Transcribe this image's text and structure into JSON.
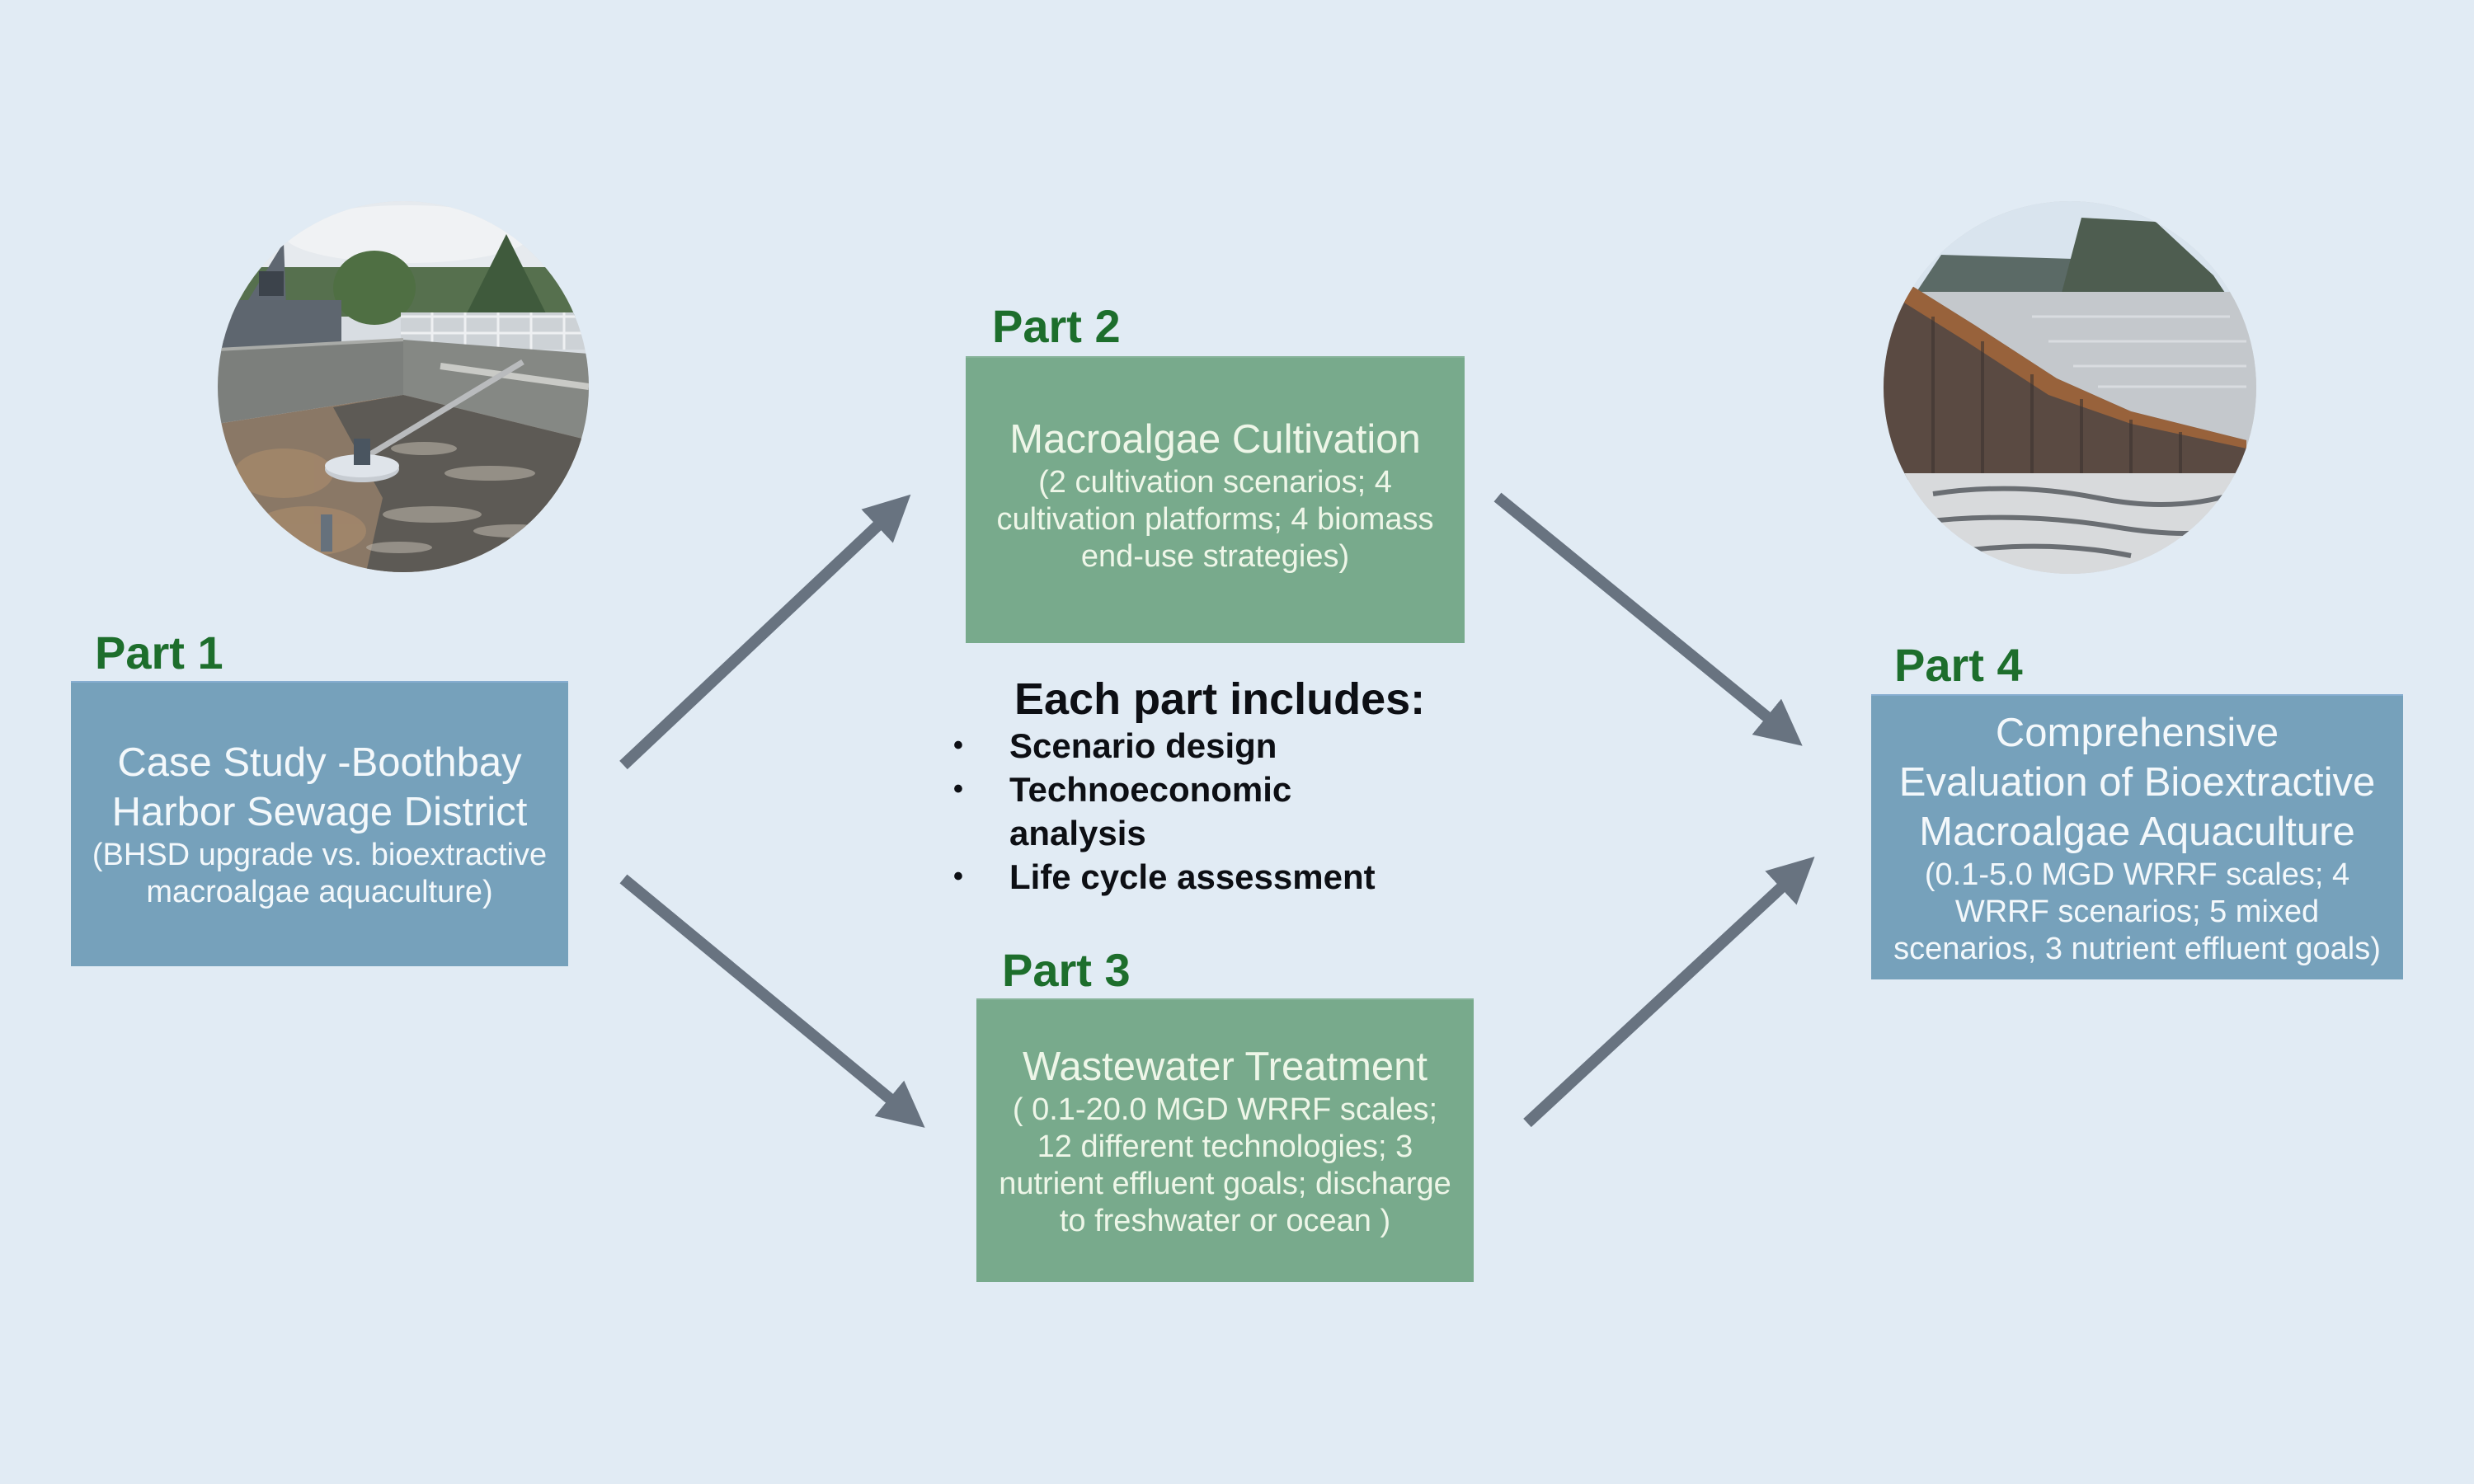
{
  "colors": {
    "background": "#e1ebf4",
    "part_label": "#1d6e2c",
    "blue_box": "#76a1bb",
    "green_box": "#78aa8c",
    "arrow": "#687380",
    "includes_text": "#0d0f14"
  },
  "parts": [
    {
      "label": "Part 1",
      "title_lines": [
        "Case Study -Boothbay",
        "Harbor Sewage District"
      ],
      "sub_lines": [
        "(BHSD upgrade vs. bioextractive",
        "macroalgae aquaculture)"
      ]
    },
    {
      "label": "Part 2",
      "title_lines": [
        "Macroalgae Cultivation"
      ],
      "sub_lines": [
        "(2 cultivation scenarios; 4",
        "cultivation platforms; 4 biomass",
        "end-use strategies)"
      ]
    },
    {
      "label": "Part 3",
      "title_lines": [
        "Wastewater Treatment"
      ],
      "sub_lines": [
        "( 0.1-20.0 MGD WRRF scales;",
        "12 different technologies; 3",
        "nutrient effluent goals; discharge",
        "to freshwater or ocean )"
      ]
    },
    {
      "label": "Part 4",
      "title_lines": [
        "Comprehensive",
        "Evaluation of Bioextractive",
        "Macroalgae Aquaculture"
      ],
      "sub_lines": [
        "(0.1-5.0 MGD WRRF scales; 4",
        "WRRF scenarios; 5 mixed",
        "scenarios, 3 nutrient effluent goals)"
      ]
    }
  ],
  "includes": {
    "heading": "Each part includes:",
    "bullet_glyph": "•",
    "items": [
      "Scenario design",
      "Technoeconomic",
      "analysis",
      "Life cycle assessment"
    ]
  },
  "photos": {
    "left": "wastewater-treatment-basin-photo",
    "right": "macroalgae-harvest-line-photo"
  },
  "arrows": [
    {
      "from": "Part 1",
      "to": "Part 2"
    },
    {
      "from": "Part 1",
      "to": "Part 3"
    },
    {
      "from": "Part 2",
      "to": "Part 4"
    },
    {
      "from": "Part 3",
      "to": "Part 4"
    }
  ]
}
